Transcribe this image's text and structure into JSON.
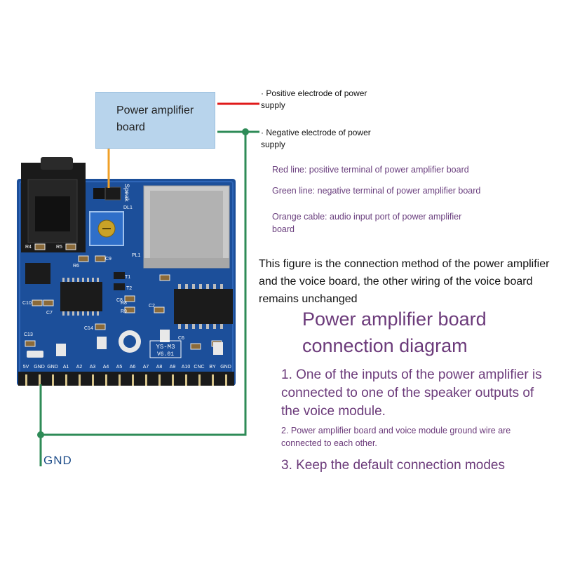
{
  "diagram": {
    "amp_board_label": "Power amplifier board",
    "positive_label": "· Positive electrode of power supply",
    "negative_label": "· Negative electrode of power supply",
    "legend": [
      "Red line: positive terminal of power amplifier board",
      "Green line: negative terminal of power amplifier board",
      "Orange cable: audio input port of power amplifier board"
    ],
    "note": "This figure is the connection method of the power amplifier and the voice board, the other wiring of the voice board remains unchanged",
    "title": "Power amplifier board connection diagram",
    "steps": [
      "1. One of the inputs of the power amplifier is connected to one of the speaker outputs of the voice module.",
      "2. Power amplifier board and voice module ground wire are connected to each other.",
      "3. Keep the default connection modes"
    ],
    "gnd_label": "GND"
  },
  "board": {
    "model": "YS-M3",
    "version": "V6.01",
    "jumper_label": "Speak",
    "pin_labels": [
      "5V",
      "GND",
      "GND",
      "A1",
      "A2",
      "A3",
      "A4",
      "A5",
      "A6",
      "A7",
      "A8",
      "A9",
      "A10",
      "CNC",
      "BY",
      "GND"
    ],
    "component_labels": [
      "R4",
      "R5",
      "R6",
      "C9",
      "C10",
      "C7",
      "C13",
      "C14",
      "C8",
      "T1",
      "T2",
      "R8",
      "R9",
      "DL1",
      "PL1",
      "C6",
      "C2"
    ]
  },
  "colors": {
    "positive_wire": "#e01a1a",
    "ground_wire": "#2e8b57",
    "audio_wire": "#f0a028",
    "pcb": "#1c4f9a",
    "text_purple": "#6b3a7a"
  }
}
